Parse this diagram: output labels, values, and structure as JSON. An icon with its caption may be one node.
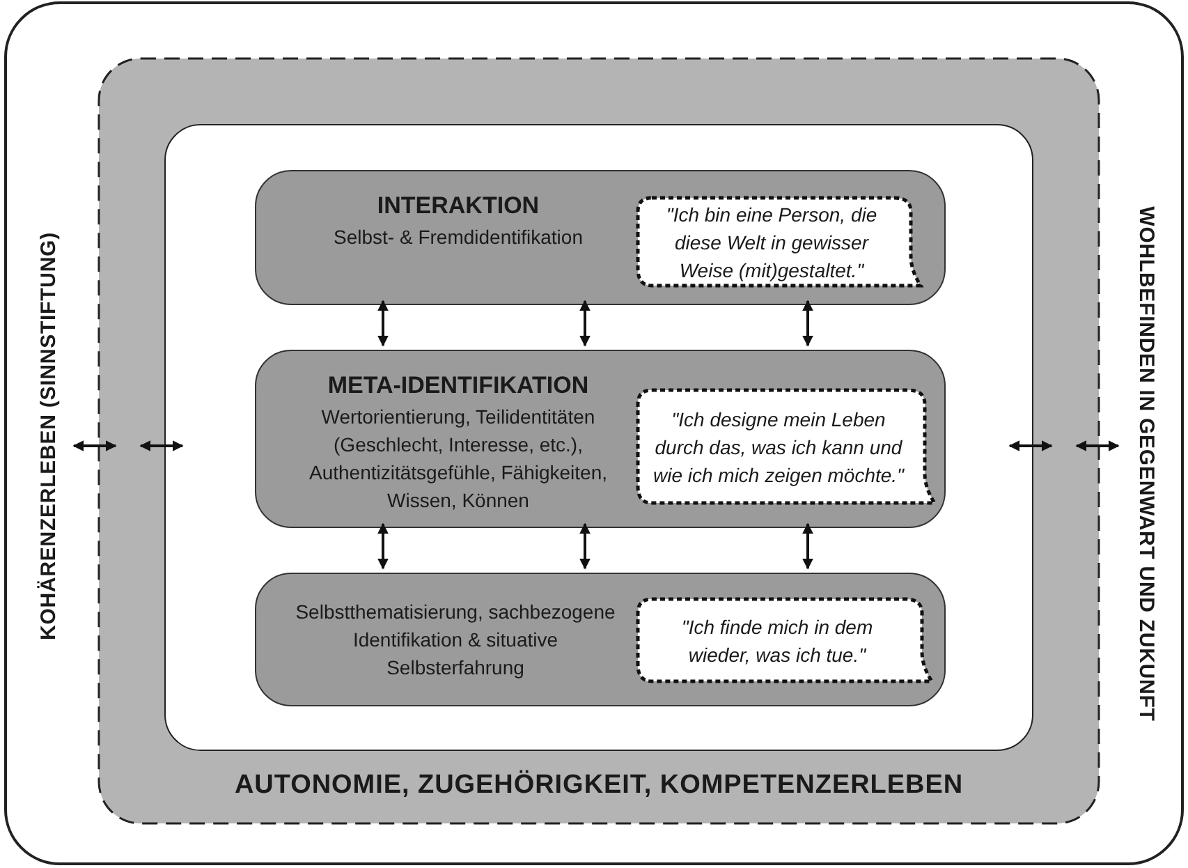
{
  "diagram": {
    "nodes": [
      {
        "text": [
          "KOHÄRENZERLEBEN (SINNSTIFTUNG)",
          "WOHLBEFINDEN IN GEGENWART UND ZUKUNFT"
        ]
      },
      {
        "text": [
          "AUTONOMIE, ZUGEHÖRIGKEIT, KOMPETENZERLEBEN"
        ],
        "in": 0
      },
      {
        "text": [],
        "shape": "box",
        "in": 1
      },
      {
        "text": [
          "INTERAKTION",
          "Selbst- & Fremdidentifikation"
        ],
        "in": 2
      },
      {
        "text": [
          "\"Ich bin eine Person, die diese Welt in gewisser Weise (mit)gestaltet.\""
        ],
        "in": 3
      },
      {
        "text": [
          "META-IDENTIFIKATION",
          "Wertorientierung, Teilidentitäten (Geschlecht, Interesse, etc.), Authentizitätsgefühle, Fähigkeiten, Wissen, Können"
        ],
        "in": 2
      },
      {
        "text": [
          "\"Ich designe mein Leben durch das, was ich kann und wie ich mich zeigen möchte.\""
        ],
        "in": 5
      },
      {
        "text": [
          "Selbstthematisierung, sachbezogene Identifikation & situative Selbsterfahrung"
        ],
        "in": 2
      },
      {
        "text": [
          "\"Ich finde mich in dem wieder, was ich tue.\""
        ],
        "in": 7
      }
    ],
    "edges": [
      {
        "from": 0,
        "to": 1,
        "arrow": "both"
      },
      {
        "from": 1,
        "to": 2,
        "arrow": "both"
      },
      {
        "from": 1,
        "to": 2,
        "arrow": "both"
      },
      {
        "from": 0,
        "to": 1,
        "arrow": "both"
      },
      {
        "from": 3,
        "to": 5,
        "arrow": "both"
      },
      {
        "from": 3,
        "to": 5,
        "arrow": "both"
      },
      {
        "from": 3,
        "to": 5,
        "arrow": "both"
      },
      {
        "from": 5,
        "to": 7,
        "arrow": "both"
      },
      {
        "from": 5,
        "to": 7,
        "arrow": "both"
      },
      {
        "from": 5,
        "to": 7,
        "arrow": "both"
      }
    ]
  }
}
